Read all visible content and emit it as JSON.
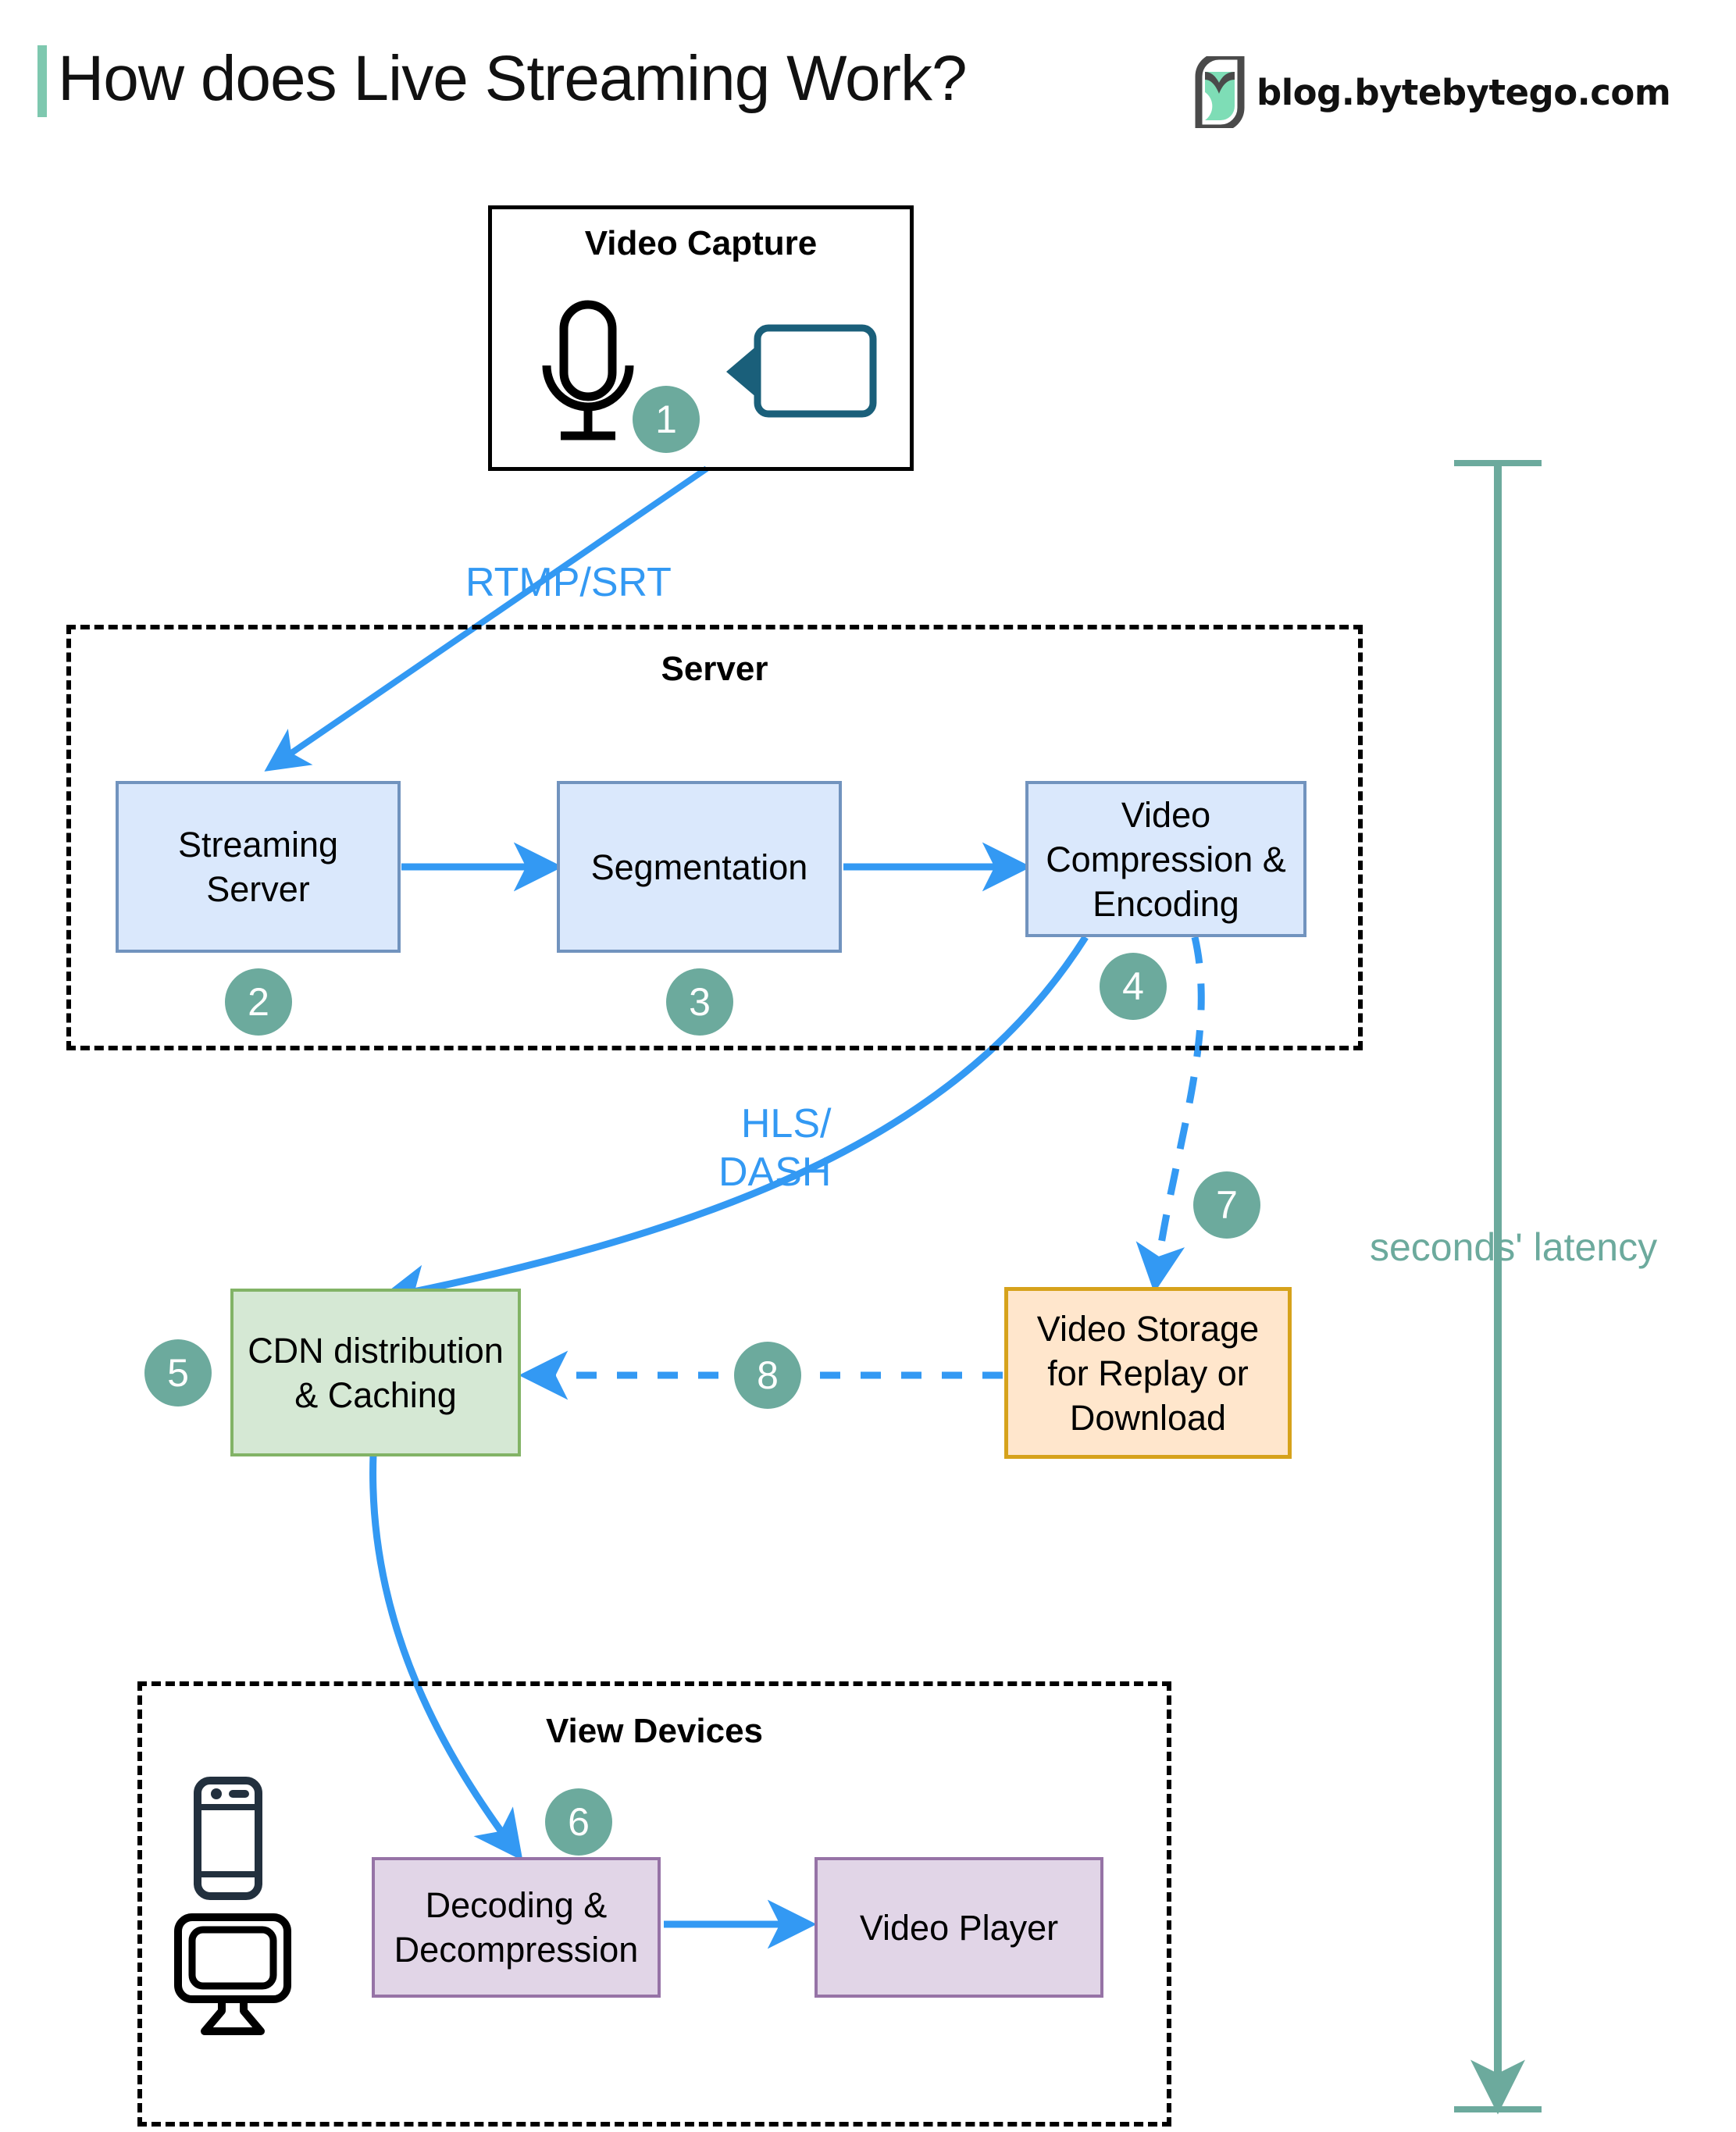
{
  "header": {
    "title": "How does Live Streaming Work?",
    "brand_text": "blog.bytebytego.com",
    "accent_color": "#7EC8AF"
  },
  "groups": {
    "video_capture": {
      "title": "Video Capture",
      "style": "solid"
    },
    "server": {
      "title": "Server",
      "style": "dashed"
    },
    "view_devices": {
      "title": "View Devices",
      "style": "dashed"
    }
  },
  "nodes": {
    "streaming_server": {
      "label": "Streaming\nServer",
      "color": "blue",
      "fill": "#DAE8FC",
      "stroke": "#7193BE"
    },
    "segmentation": {
      "label": "Segmentation",
      "color": "blue",
      "fill": "#DAE8FC",
      "stroke": "#7193BE"
    },
    "video_compression": {
      "label": "Video\nCompression &\nEncoding",
      "color": "blue",
      "fill": "#DAE8FC",
      "stroke": "#7193BE"
    },
    "cdn": {
      "label": "CDN distribution\n& Caching",
      "color": "green",
      "fill": "#D5E8D4",
      "stroke": "#82B366"
    },
    "video_storage": {
      "label": "Video Storage\nfor Replay or\nDownload",
      "color": "orange",
      "fill": "#FFE6CC",
      "stroke": "#D6A21B"
    },
    "decoding": {
      "label": "Decoding &\nDecompression",
      "color": "purple",
      "fill": "#E1D5E7",
      "stroke": "#9673A6"
    },
    "video_player": {
      "label": "Video Player",
      "color": "purple",
      "fill": "#E1D5E7",
      "stroke": "#9673A6"
    }
  },
  "badges": [
    {
      "id": "badge-1",
      "number": "1"
    },
    {
      "id": "badge-2",
      "number": "2"
    },
    {
      "id": "badge-3",
      "number": "3"
    },
    {
      "id": "badge-4",
      "number": "4"
    },
    {
      "id": "badge-5",
      "number": "5"
    },
    {
      "id": "badge-6",
      "number": "6"
    },
    {
      "id": "badge-7",
      "number": "7"
    },
    {
      "id": "badge-8",
      "number": "8"
    }
  ],
  "edge_labels": {
    "rtmp_srt": "RTMP/SRT",
    "hls_dash": "HLS/\nDASH"
  },
  "latency": {
    "label": "seconds' latency",
    "color": "#6CAA9D"
  },
  "icons": {
    "microphone": "microphone-icon",
    "camera": "video-camera-icon",
    "mobile": "mobile-phone-icon",
    "monitor": "desktop-monitor-icon",
    "logo": "bytebytego-logo-icon"
  },
  "colors": {
    "arrow_blue": "#3399F3",
    "badge_teal": "#6CAA9D",
    "camera_outline": "#1A5F7A"
  }
}
